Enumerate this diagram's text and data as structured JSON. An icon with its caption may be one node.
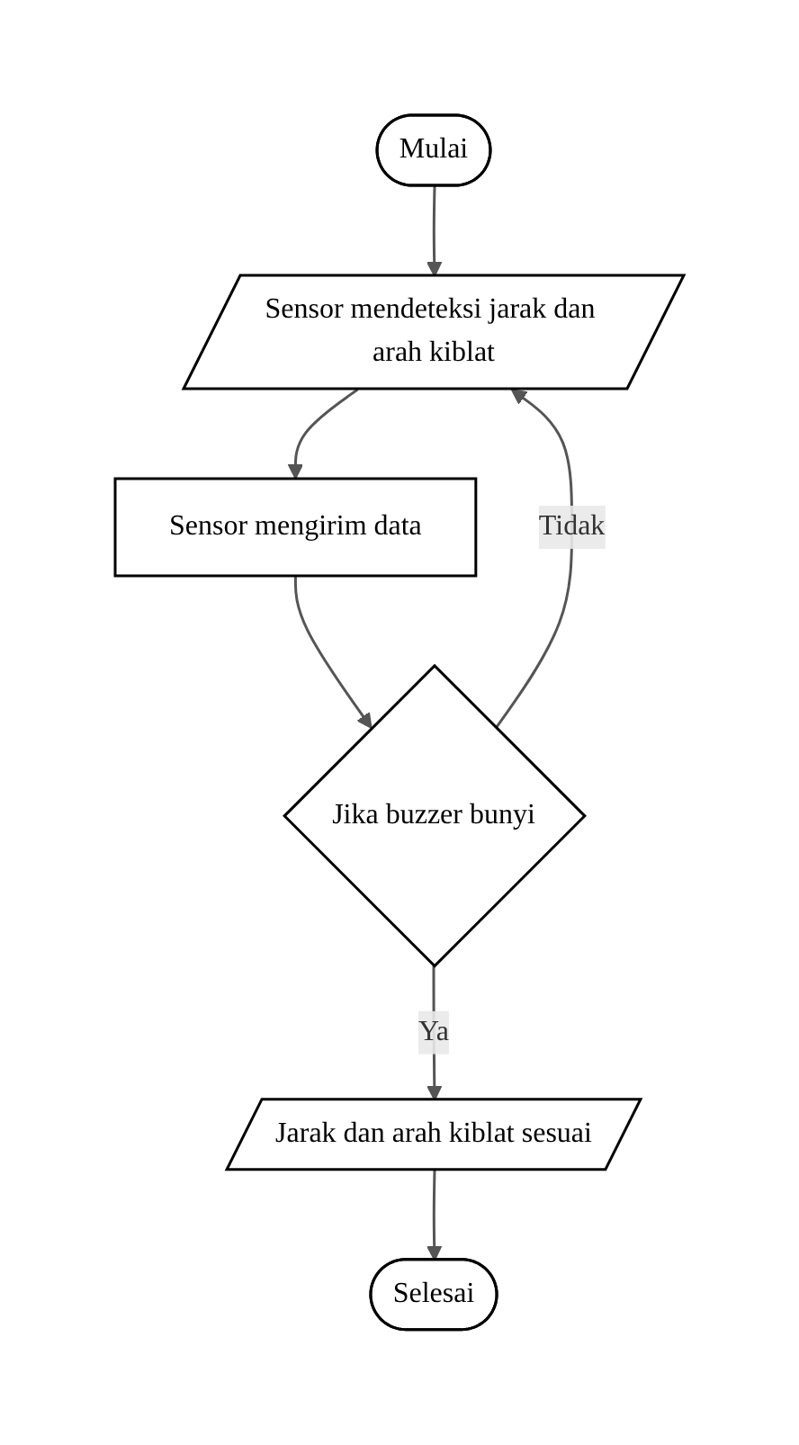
{
  "diagram": {
    "nodes": [
      {
        "text": [
          "Mulai"
        ]
      },
      {
        "text": [
          "Sensor mendeteksi jarak dan arah kiblat"
        ]
      },
      {
        "text": [
          "Sensor mengirim data"
        ]
      },
      {
        "text": [
          "Jika buzzer bunyi"
        ]
      },
      {
        "text": [
          "Jarak dan arah kiblat sesuai"
        ]
      },
      {
        "text": [
          "Selesai"
        ]
      }
    ],
    "edges": [
      {
        "from": 0,
        "to": 1,
        "arrow": "to"
      },
      {
        "from": 1,
        "to": 2,
        "arrow": "to"
      },
      {
        "from": 2,
        "to": 3,
        "arrow": "to"
      },
      {
        "from": 3,
        "to": 4,
        "arrow": "to",
        "label": "Ya"
      },
      {
        "from": 3,
        "to": 1,
        "arrow": "to",
        "label": "Tidak"
      },
      {
        "from": 4,
        "to": 5,
        "arrow": "to"
      }
    ]
  }
}
